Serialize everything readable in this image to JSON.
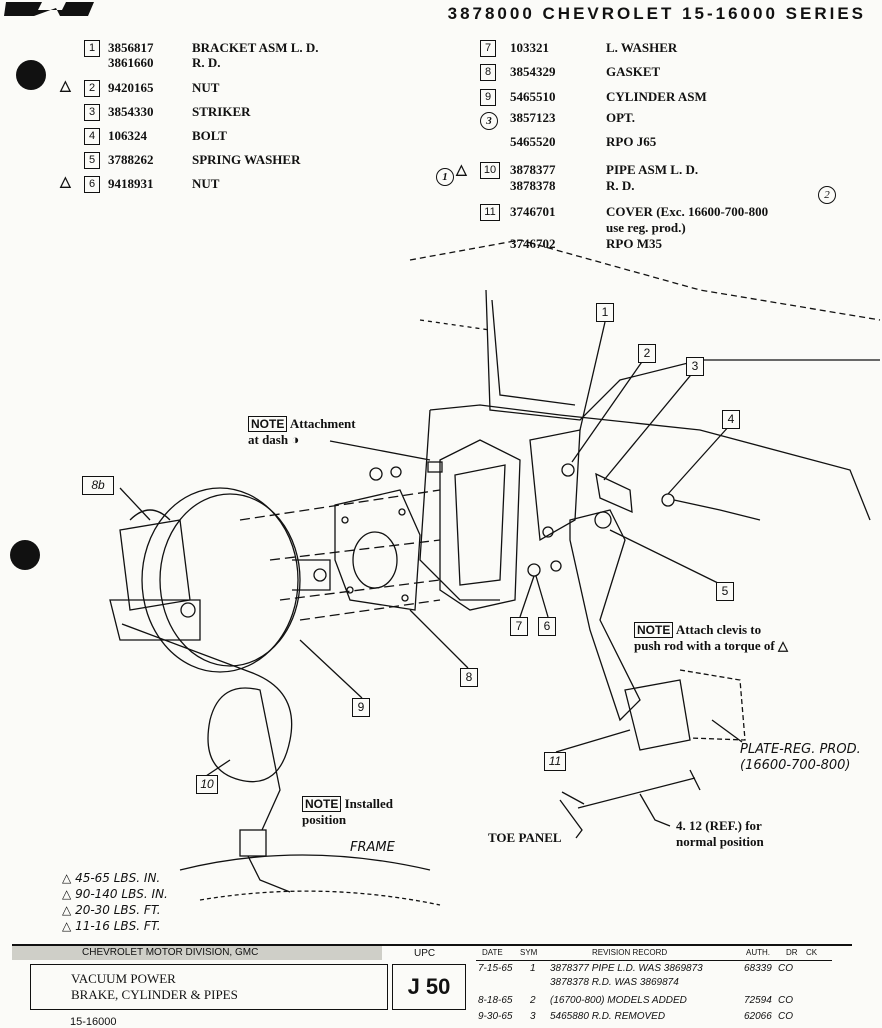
{
  "header": {
    "title": "3878000 CHEVROLET 15-16000 SERIES"
  },
  "parts_left": [
    {
      "ref": "1",
      "numbers": [
        "3856817",
        "3861660"
      ],
      "descs": [
        "BRACKET ASM L. D.",
        "R. D."
      ],
      "torque": ""
    },
    {
      "ref": "2",
      "numbers": [
        "9420165"
      ],
      "descs": [
        "NUT"
      ],
      "torque": "1"
    },
    {
      "ref": "3",
      "numbers": [
        "3854330"
      ],
      "descs": [
        "STRIKER"
      ],
      "torque": ""
    },
    {
      "ref": "4",
      "numbers": [
        "106324"
      ],
      "descs": [
        "BOLT"
      ],
      "torque": ""
    },
    {
      "ref": "5",
      "numbers": [
        "3788262"
      ],
      "descs": [
        "SPRING WASHER"
      ],
      "torque": ""
    },
    {
      "ref": "6",
      "numbers": [
        "9418931"
      ],
      "descs": [
        "NUT"
      ],
      "torque": "3"
    }
  ],
  "parts_right": [
    {
      "ref": "7",
      "number": "103321",
      "desc": "L. WASHER"
    },
    {
      "ref": "8",
      "number": "3854329",
      "desc": "GASKET"
    },
    {
      "ref": "9",
      "number": "5465510",
      "desc": "CYLINDER ASM"
    },
    {
      "ref": "3",
      "number": "3857123",
      "desc": "OPT."
    },
    {
      "ref": "",
      "number": "5465520",
      "desc": "RPO J65"
    },
    {
      "ref": "10",
      "number": "3878377",
      "desc": "PIPE ASM L. D."
    },
    {
      "ref": "",
      "number": "3878378",
      "desc": "R. D."
    },
    {
      "ref": "11",
      "number": "3746701",
      "desc": "COVER (Exc. 16600-700-800"
    },
    {
      "ref": "",
      "number": "",
      "desc": "use reg. prod.)"
    },
    {
      "ref": "",
      "number": "3746702",
      "desc": "RPO M35"
    }
  ],
  "marks": {
    "pipe_circle": "1",
    "pipe_tri": "2",
    "cover_circle": "2"
  },
  "callouts": [
    "1",
    "2",
    "3",
    "4",
    "5",
    "6",
    "7",
    "8",
    "9",
    "10",
    "11",
    "8b"
  ],
  "labels": {
    "note": "NOTE",
    "attach_dash_1": "Attachment",
    "attach_dash_2": "at dash",
    "attach_clevis_1": "Attach clevis to",
    "attach_clevis_2": "push rod with a torque of",
    "installed_1": "Installed",
    "installed_2": "position",
    "frame": "FRAME",
    "toe_panel": "TOE PANEL",
    "ref_dim_1": "4. 12 (REF.) for",
    "ref_dim_2": "normal position",
    "plate_1": "PLATE-REG. PROD.",
    "plate_2": "(16600-700-800)"
  },
  "torque_specs": [
    {
      "mark": "1",
      "value": "45-65 LBS. IN."
    },
    {
      "mark": "2",
      "value": "90-140 LBS. IN."
    },
    {
      "mark": "3",
      "value": "20-30 LBS. FT."
    },
    {
      "mark": "4",
      "value": "11-16 LBS. FT."
    }
  ],
  "title_block": {
    "division": "CHEVROLET MOTOR DIVISION, GMC",
    "upc_label": "UPC",
    "upc": "J 50",
    "name_1": "VACUUM POWER",
    "name_2": "BRAKE, CYLINDER & PIPES",
    "series": "15-16000",
    "col_date": "DATE",
    "col_sym": "SYM",
    "col_rev": "REVISION RECORD",
    "col_auth": "AUTH.",
    "col_dr": "DR",
    "col_ck": "CK",
    "revisions": [
      {
        "date": "7-15-65",
        "sym": "1",
        "text": "3878377 PIPE L.D. WAS 3869873",
        "auth": "68339",
        "dr": "CO",
        "ck": ""
      },
      {
        "date": "",
        "sym": "",
        "text": "3878378 R.D. WAS 3869874",
        "auth": "",
        "dr": "",
        "ck": ""
      },
      {
        "date": "8-18-65",
        "sym": "2",
        "text": "(16700-800) MODELS ADDED",
        "auth": "72594",
        "dr": "CO",
        "ck": ""
      },
      {
        "date": "9-30-65",
        "sym": "3",
        "text": "5465880 R.D. REMOVED",
        "auth": "62066",
        "dr": "CO",
        "ck": ""
      }
    ]
  }
}
